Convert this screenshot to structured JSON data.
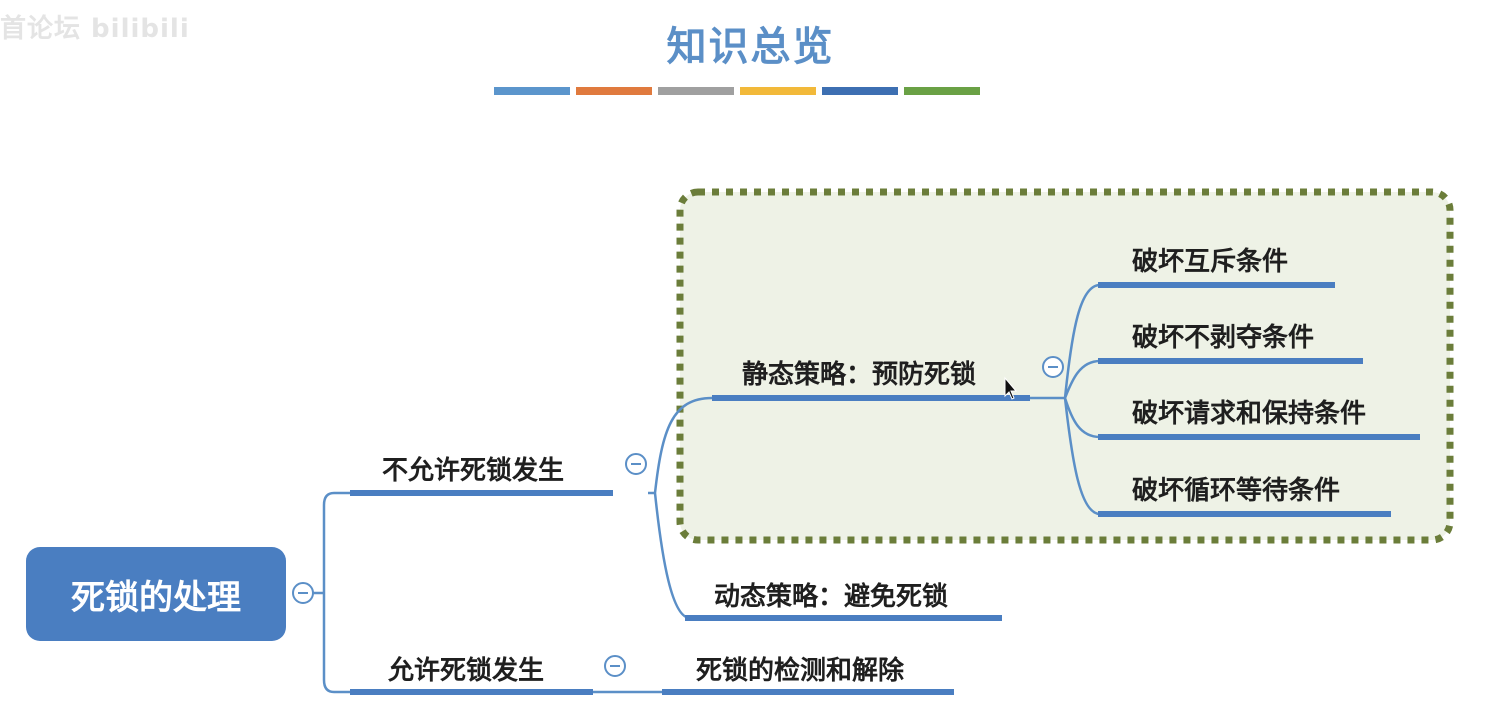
{
  "watermark": "首论坛 bilibili",
  "title": "知识总览",
  "color_bars": [
    "#5b95cc",
    "#e07a3e",
    "#a0a0a0",
    "#f2b93a",
    "#3d6fb2",
    "#6aa145"
  ],
  "mindmap": {
    "root": "死锁的处理",
    "no_deadlock": {
      "label": "不允许死锁发生",
      "static": {
        "label": "静态策略：预防死锁",
        "children": [
          "破坏互斥条件",
          "破坏不剥夺条件",
          "破坏请求和保持条件",
          "破坏循环等待条件"
        ]
      },
      "dynamic": {
        "label": "动态策略：避免死锁"
      }
    },
    "allow_deadlock": {
      "label": "允许死锁发生",
      "child": "死锁的检测和解除"
    }
  },
  "colors": {
    "branch_line": "#5b8fc7",
    "underline": "#4a7ec1",
    "root_fill": "#4a7ec1",
    "highlight_fill": "#eef2e6",
    "highlight_border": "#6b7d3a",
    "title": "#5b8fc7"
  }
}
